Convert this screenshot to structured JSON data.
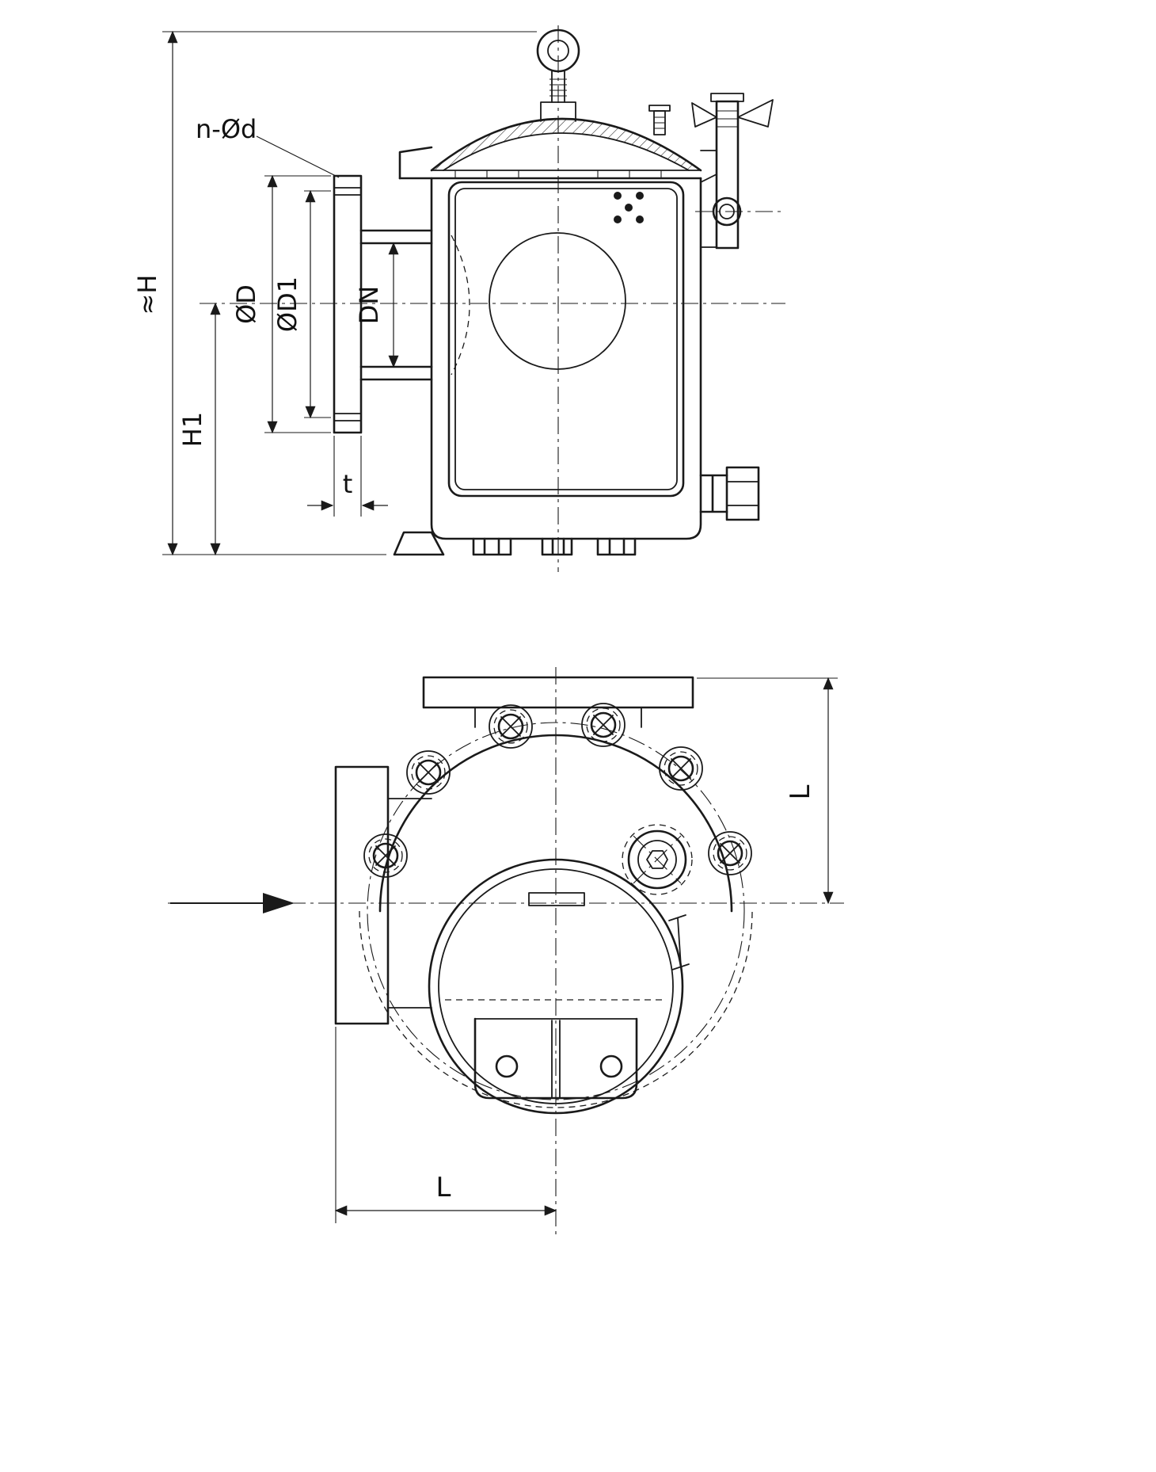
{
  "labels": {
    "approx_height": "≈H",
    "h1_height": "H1",
    "flange_outer_diameter": "ØD",
    "bolt_circle_diameter": "ØD1",
    "nominal_bore": "DN",
    "bolt_holes": "n-Ød",
    "flange_thickness": "t",
    "plan_height": "L",
    "plan_width": "L"
  }
}
